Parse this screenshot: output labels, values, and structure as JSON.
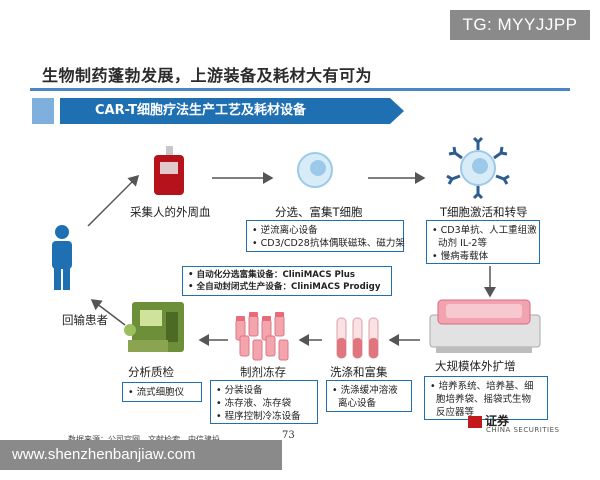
{
  "tg_badge": "TG: MYYJJPP",
  "headline": "生物制药蓬勃发展，上游装备及耗材大有可为",
  "banner": "CAR-T细胞疗法生产工艺及耗材设备",
  "steps": {
    "collect": {
      "label": "采集人的外周血"
    },
    "sort": {
      "label": "分选、富集T细胞",
      "items": [
        "逆流离心设备",
        "CD3/CD28抗体偶联磁珠、磁力架"
      ]
    },
    "activate": {
      "label": "T细胞激活和转导",
      "items": [
        "CD3单抗、人工重组激",
        "动剂 IL-2等",
        "慢病毒载体"
      ]
    },
    "expand": {
      "label": "大规模体外扩增",
      "items": [
        "培养系统、培养基、细",
        "胞培养袋、摇袋式生物",
        "反应器等"
      ]
    },
    "wash": {
      "label": "洗涤和富集",
      "items": [
        "洗涤缓冲溶液",
        "离心设备"
      ]
    },
    "freeze": {
      "label": "制剂冻存",
      "items": [
        "分装设备",
        "冻存液、冻存袋",
        "程序控制冷冻设备"
      ]
    },
    "qc": {
      "label": "分析质检",
      "items": [
        "流式细胞仪"
      ]
    },
    "return": {
      "label": "回输患者"
    }
  },
  "auto_box": [
    "自动化分选富集设备：CliniMACS Plus",
    "全自动封闭式生产设备：CliniMACS Prodigy"
  ],
  "source": "数据来源：公司官网，文献检索，中信建投",
  "page_number": "73",
  "logo_text": "证券",
  "logo_sub": "CHINA SECURITIES",
  "watermark": "www.shenzhenbanjiaw.com"
}
